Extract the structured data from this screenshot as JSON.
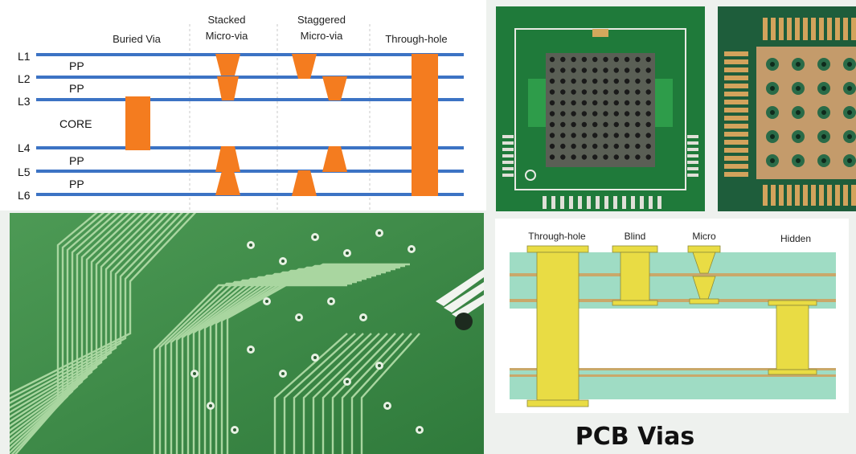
{
  "stackup_diagram": {
    "column_labels": {
      "buried": "Buried Via",
      "stacked_line1": "Stacked",
      "stacked_line2": "Micro-via",
      "staggered_line1": "Staggered",
      "staggered_line2": "Micro-via",
      "through": "Through-hole"
    },
    "layer_labels": [
      "L1",
      "L2",
      "L3",
      "L4",
      "L5",
      "L6"
    ],
    "dielectric_labels": [
      "PP",
      "PP",
      "CORE",
      "PP",
      "PP"
    ],
    "colors": {
      "layer_line": "#3c73c4",
      "via": "#f47c1f"
    }
  },
  "layer_diagram": {
    "labels": [
      "Through-hole",
      "Blind",
      "Micro",
      "Hidden"
    ],
    "colors": {
      "dielectric": "#9fdcc4",
      "copper": "#e9dc44",
      "foil": "#c9a86a"
    }
  },
  "photos": [
    {
      "name": "bga-footprint-photo",
      "board_color": "#1f7a3a"
    },
    {
      "name": "qfp-pads-photo",
      "board_color": "#1e5d3b"
    },
    {
      "name": "circuit-board-traces-photo",
      "board_color": "#3f8a48"
    }
  ],
  "caption": "PCB Vias"
}
